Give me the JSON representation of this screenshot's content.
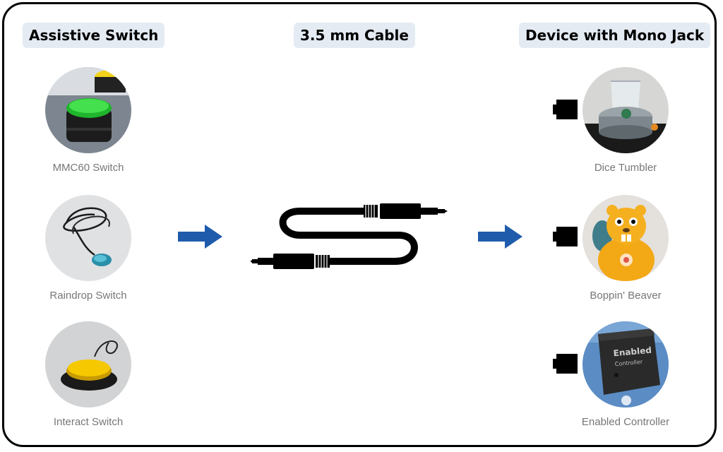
{
  "headings": {
    "switch": "Assistive Switch",
    "cable": "3.5 mm Cable",
    "device": "Device with Mono Jack"
  },
  "switches": [
    {
      "label": "MMC60 Switch",
      "icon": "green-button-switch"
    },
    {
      "label": "Raindrop Switch",
      "icon": "teal-raindrop-switch"
    },
    {
      "label": "Interact Switch",
      "icon": "yellow-button-switch"
    }
  ],
  "devices": [
    {
      "label": "Dice Tumbler",
      "icon": "dice-tumbler"
    },
    {
      "label": "Boppin' Beaver",
      "icon": "beaver-toy"
    },
    {
      "label": "Enabled Controller",
      "icon": "controller-box"
    }
  ],
  "colors": {
    "heading_bg": "#e4ebf3",
    "arrow": "#1f5bab",
    "caption": "#777777",
    "frame": "#000000"
  }
}
